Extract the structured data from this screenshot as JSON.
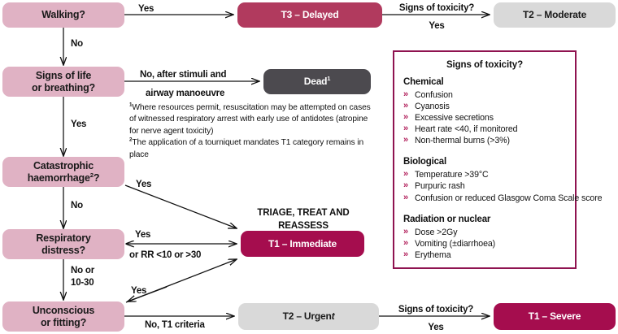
{
  "colors": {
    "question": "#e0b2c4",
    "t3": "#b13a5e",
    "t1": "#a50d4e",
    "t2": "#d9d9d9",
    "dead": "#4c4a4f",
    "panel_border": "#8f1350",
    "chevron": "#b2215c",
    "arrow": "#111111"
  },
  "nodes": {
    "walking": {
      "line1": "Walking?"
    },
    "signs_of_life": {
      "line1": "Signs of life",
      "line2": "or breathing?"
    },
    "catastrophic": {
      "line1": "Catastrophic",
      "line2": "haemorrhage",
      "sup": "2",
      "line2_tail": "?"
    },
    "respiratory": {
      "line1": "Respiratory",
      "line2": "distress?"
    },
    "unconscious": {
      "line1": "Unconscious",
      "line2": "or fitting?"
    },
    "t3_delayed": {
      "label": "T3 – Delayed"
    },
    "t2_moderate": {
      "label": "T2 – Moderate"
    },
    "dead": {
      "label": "Dead",
      "sup": "1"
    },
    "t1_immediate": {
      "label": "T1 – Immediate"
    },
    "t2_urgent": {
      "label": "T2 – Urgen",
      "ital": "t"
    },
    "t1_severe": {
      "label": "T1 – Severe"
    }
  },
  "edge_labels": {
    "walking_yes": "Yes",
    "walking_no": "No",
    "t3_toxicity_q": "Signs of toxicity?",
    "t3_toxicity_yes": "Yes",
    "sol_no_line1": "No, after stimuli and",
    "sol_no_line2": "airway manoeuvre",
    "sol_yes": "Yes",
    "cat_yes": "Yes",
    "cat_no": "No",
    "resp_yes": "Yes",
    "resp_rr": "or RR <10 or >30",
    "resp_no_line1": "No or",
    "resp_no_line2": "10-30",
    "unc_yes": "Yes",
    "unc_no": "No, T1 criteria",
    "t2_toxicity_q": "Signs of toxicity?",
    "t2_toxicity_yes": "Yes"
  },
  "caption": {
    "line1": "TRIAGE, TREAT AND",
    "line2": "REASSESS"
  },
  "footnotes": {
    "one_sup": "1",
    "one": "Where resources permit, resuscitation may be attempted on cases of witnessed respiratory arrest with early use of antidotes (atropine for nerve agent toxicity)",
    "two_sup": "2",
    "two": "The application of a tourniquet mandates T1 category remains in place"
  },
  "panel": {
    "title": "Signs of toxicity?",
    "groups": [
      {
        "heading": "Chemical",
        "items": [
          "Confusion",
          "Cyanosis",
          "Excessive secretions",
          "Heart rate <40, if monitored",
          "Non-thermal burns (>3%)"
        ]
      },
      {
        "heading": "Biological",
        "items": [
          "Temperature >39°C",
          "Purpuric rash",
          "Confusion or reduced Glasgow Coma Scale score"
        ]
      },
      {
        "heading": "Radiation or nuclear",
        "items": [
          "Dose >2Gy",
          "Vomiting (±diarrhoea)",
          "Erythema"
        ]
      }
    ],
    "bullet_glyph": "»"
  }
}
